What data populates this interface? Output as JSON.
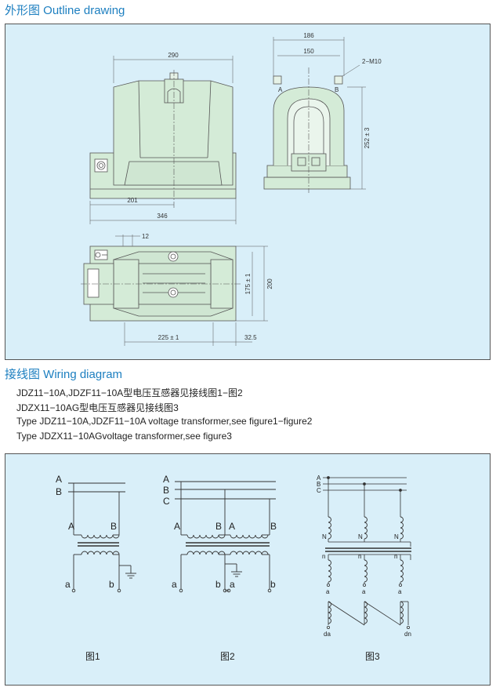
{
  "outline": {
    "title": "外形图  Outline drawing",
    "dims": {
      "d290": "290",
      "d201": "201",
      "d346": "346",
      "d186": "186",
      "d150": "150",
      "bolt": "2−M10",
      "d252": "252 ± 3",
      "d12": "12",
      "d175": "175 ± 1",
      "d200": "200",
      "d225": "225 ± 1",
      "d325": "32.5"
    },
    "terminal_a": "A",
    "terminal_b": "B"
  },
  "wiring": {
    "title": "接线图  Wiring diagram",
    "lines": [
      "JDZ11−10A,JDZF11−10A型电压互感器见接线图1−图2",
      "JDZX11−10AG型电压互感器见接线图3",
      "Type JDZ11−10A,JDZF11−10A voltage transformer,see figure1−figure2",
      "Type JDZX11−10AGvoltage transformer,see figure3"
    ]
  },
  "figures": {
    "fig1": {
      "caption": "图1",
      "bus": [
        "A",
        "B"
      ],
      "primary": [
        "A",
        "B"
      ],
      "secondary": [
        "a",
        "b"
      ]
    },
    "fig2": {
      "caption": "图2",
      "bus": [
        "A",
        "B",
        "C"
      ],
      "primary": [
        "A",
        "B",
        "A",
        "B"
      ],
      "secondary": [
        "a",
        "b",
        "a",
        "b"
      ]
    },
    "fig3": {
      "caption": "图3",
      "bus": [
        "A",
        "B",
        "C"
      ],
      "neutral": [
        "N",
        "N",
        "N"
      ],
      "sec_neutral": [
        "n",
        "n",
        "n"
      ],
      "secondary": [
        "a",
        "a",
        "a"
      ],
      "open_delta": [
        "da",
        "dn"
      ]
    }
  },
  "colors": {
    "accent": "#1d7fc0",
    "panel": "#d9eff9",
    "body_fill": "#d4ebd7",
    "line": "#333333"
  }
}
